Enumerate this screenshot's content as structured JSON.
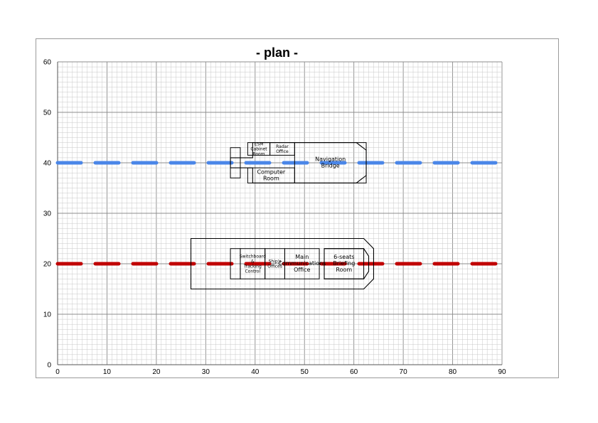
{
  "chart_data": {
    "type": "scatter",
    "title": "- plan -",
    "xlabel": "",
    "ylabel": "",
    "xlim": [
      0,
      90
    ],
    "ylim": [
      0,
      60
    ],
    "grid": true,
    "x_ticks": [
      0,
      10,
      20,
      30,
      40,
      50,
      60,
      70,
      80,
      90
    ],
    "y_ticks": [
      0,
      10,
      20,
      30,
      40,
      50,
      60
    ],
    "series": [
      {
        "color": "#4a86e8",
        "style": "dashed",
        "x": [
          0,
          90
        ],
        "y": [
          40,
          40
        ]
      },
      {
        "color": "#c00000",
        "style": "dashed",
        "x": [
          0,
          90
        ],
        "y": [
          20,
          20
        ]
      }
    ],
    "deck_40": {
      "outline_points": [
        [
          39.5,
          44
        ],
        [
          60.5,
          44
        ],
        [
          62.5,
          42.5
        ],
        [
          62.5,
          37.5
        ],
        [
          60.5,
          36
        ],
        [
          39.5,
          36
        ],
        [
          39.5,
          39
        ],
        [
          35,
          39
        ],
        [
          35,
          41
        ],
        [
          39.5,
          41
        ]
      ],
      "rooms": [
        {
          "label": "",
          "x0": 35,
          "x1": 37,
          "y0": 37,
          "y1": 43
        },
        {
          "label": "ESM Cabinet Room",
          "x0": 38.5,
          "x1": 43,
          "y0": 41.5,
          "y1": 44
        },
        {
          "label": "Radar Office",
          "x0": 43,
          "x1": 48,
          "y0": 41.5,
          "y1": 44
        },
        {
          "label": "Computer Room",
          "x0": 38.5,
          "x1": 48,
          "y0": 36,
          "y1": 39
        },
        {
          "label": "Navigation Bridge",
          "x0": 48,
          "x1": 62.5,
          "y0": 36,
          "y1": 44
        }
      ]
    },
    "deck_20": {
      "outline_points": [
        [
          27,
          25
        ],
        [
          62,
          25
        ],
        [
          64,
          23
        ],
        [
          64,
          17
        ],
        [
          62,
          15
        ],
        [
          27,
          15
        ]
      ],
      "inner_outline_points": [
        [
          54,
          23
        ],
        [
          62,
          23
        ],
        [
          63,
          21.5
        ],
        [
          63,
          18.5
        ],
        [
          62,
          17
        ],
        [
          54,
          17
        ]
      ],
      "rooms": [
        {
          "label": "",
          "x0": 35,
          "x1": 37,
          "y0": 17,
          "y1": 23
        },
        {
          "label": "Switchboard & Tracking Control",
          "x0": 37,
          "x1": 42,
          "y0": 17,
          "y1": 23
        },
        {
          "label": "Ship's Offices",
          "x0": 42,
          "x1": 46,
          "y0": 17,
          "y1": 23
        },
        {
          "label": "Main Communications Office",
          "x0": 46,
          "x1": 53,
          "y0": 17,
          "y1": 23
        },
        {
          "label": "6-seats Briefing Room",
          "x0": 54,
          "x1": 62,
          "y0": 17,
          "y1": 23
        }
      ]
    }
  }
}
